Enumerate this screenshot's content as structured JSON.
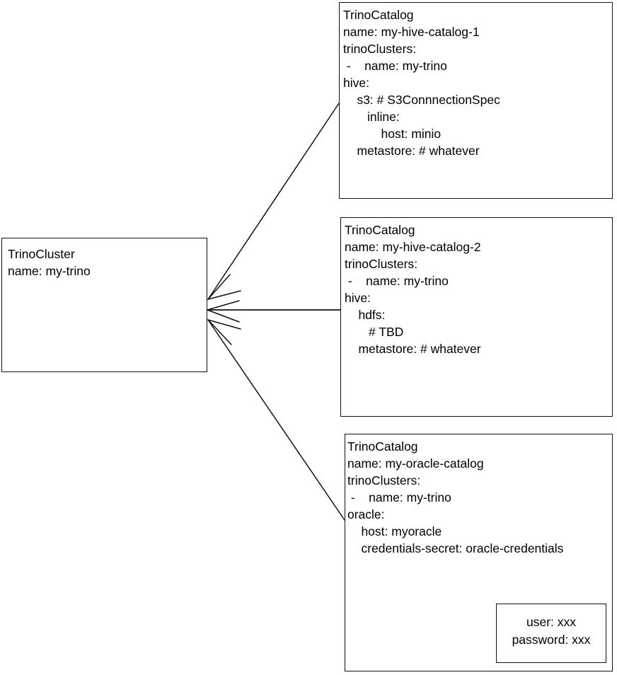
{
  "diagram": {
    "title": "Trino Cluster and Catalog relationship diagram",
    "line_color": "#111111",
    "background": "#ffffff",
    "text_color": "#000000"
  },
  "nodes": {
    "cluster": {
      "kind": "TrinoCluster",
      "text": "TrinoCluster\nname: my-trino"
    },
    "catalog_hive_1": {
      "kind": "TrinoCatalog",
      "text": "TrinoCatalog\nname: my-hive-catalog-1\ntrinoClusters:\n -    name: my-trino\nhive:\n    s3: # S3ConnnectionSpec\n       inline:\n           host: minio\n    metastore: # whatever"
    },
    "catalog_hive_2": {
      "kind": "TrinoCatalog",
      "text": "TrinoCatalog\nname: my-hive-catalog-2\ntrinoClusters:\n -    name: my-trino\nhive:\n    hdfs:\n       # TBD\n    metastore: # whatever"
    },
    "catalog_oracle": {
      "kind": "TrinoCatalog",
      "text": "TrinoCatalog\nname: my-oracle-catalog\ntrinoClusters:\n -    name: my-trino\noracle:\n    host: myoracle\n    credentials-secret: oracle-credentials"
    },
    "oracle_secret": {
      "kind": "Secret",
      "text": "user: xxx\npassword: xxx"
    }
  },
  "edges": [
    {
      "id": "edge-hive1-to-cluster",
      "from": "catalog_hive_1",
      "to": "cluster",
      "arrow": "open-v"
    },
    {
      "id": "edge-hive2-to-cluster",
      "from": "catalog_hive_2",
      "to": "cluster",
      "arrow": "open-v"
    },
    {
      "id": "edge-oracle-to-cluster",
      "from": "catalog_oracle",
      "to": "cluster",
      "arrow": "open-v"
    },
    {
      "id": "edge-secret-ref",
      "from": "catalog_oracle",
      "to": "oracle_secret",
      "arrow": "open-v"
    }
  ]
}
